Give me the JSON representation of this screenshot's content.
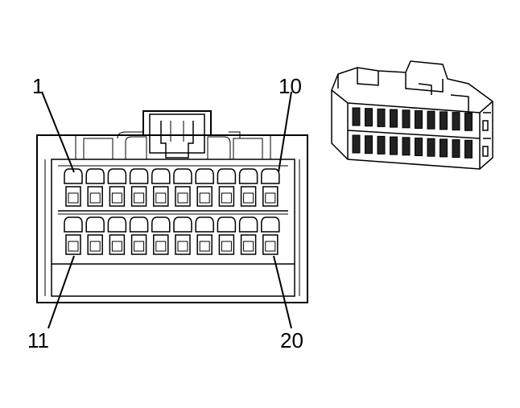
{
  "diagram": {
    "pin_labels": {
      "top_left": "1",
      "top_right": "10",
      "bottom_left": "11",
      "bottom_right": "20"
    },
    "rows": [
      {
        "row": "top",
        "pins": [
          1,
          2,
          3,
          4,
          5,
          6,
          7,
          8,
          9,
          10
        ]
      },
      {
        "row": "bottom",
        "pins": [
          11,
          12,
          13,
          14,
          15,
          16,
          17,
          18,
          19,
          20
        ]
      }
    ],
    "pins_per_row": 10,
    "colors": {
      "line": "#000000",
      "background": "#ffffff"
    }
  }
}
